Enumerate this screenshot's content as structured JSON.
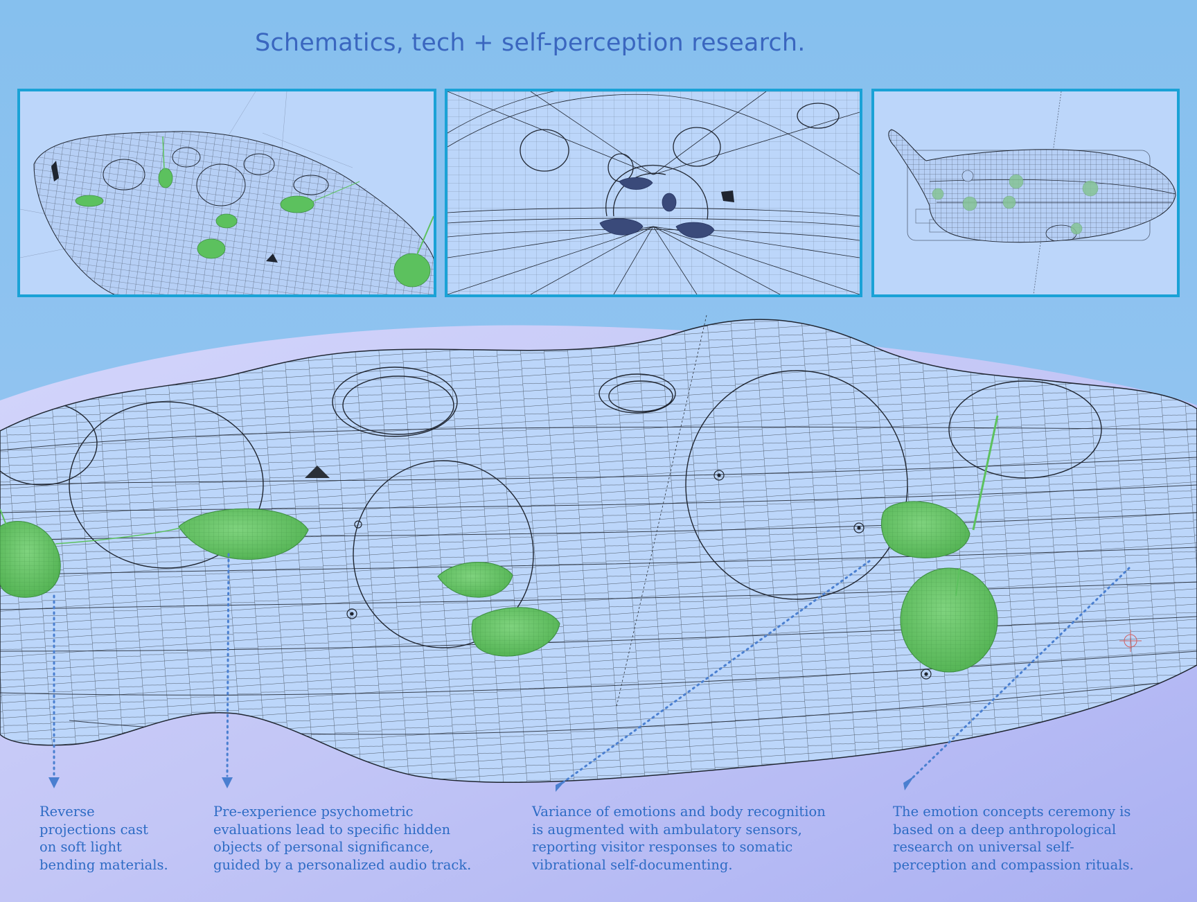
{
  "title": "Schematics, tech + self-perception research.",
  "colors": {
    "background_top": "#86c0ee",
    "panel_border": "#1aa2d6",
    "panel_fill": "#bcd6fa",
    "wireframe": "#1f2530",
    "green_object": "#5cc15e",
    "navy_object": "#3a4a7a",
    "caption_text": "#2d6bc4",
    "arrow": "#4a7fd0",
    "lavender_band": "#c3c6f6"
  },
  "panels": [
    {
      "id": "perspective-view"
    },
    {
      "id": "interior-view"
    },
    {
      "id": "top-view"
    }
  ],
  "captions": [
    "Reverse\nprojections cast\non soft light\nbending materials.",
    "Pre-experience psychometric\nevaluations lead to specific hidden\nobjects of personal significance,\nguided by a personalized audio track.",
    "Variance of emotions and body recognition\nis augmented with ambulatory sensors,\nreporting visitor responses to somatic\nvibrational self-documenting.",
    "The emotion concepts ceremony is\nbased on a deep anthropological\nresearch on universal self-\nperception and compassion rituals."
  ]
}
